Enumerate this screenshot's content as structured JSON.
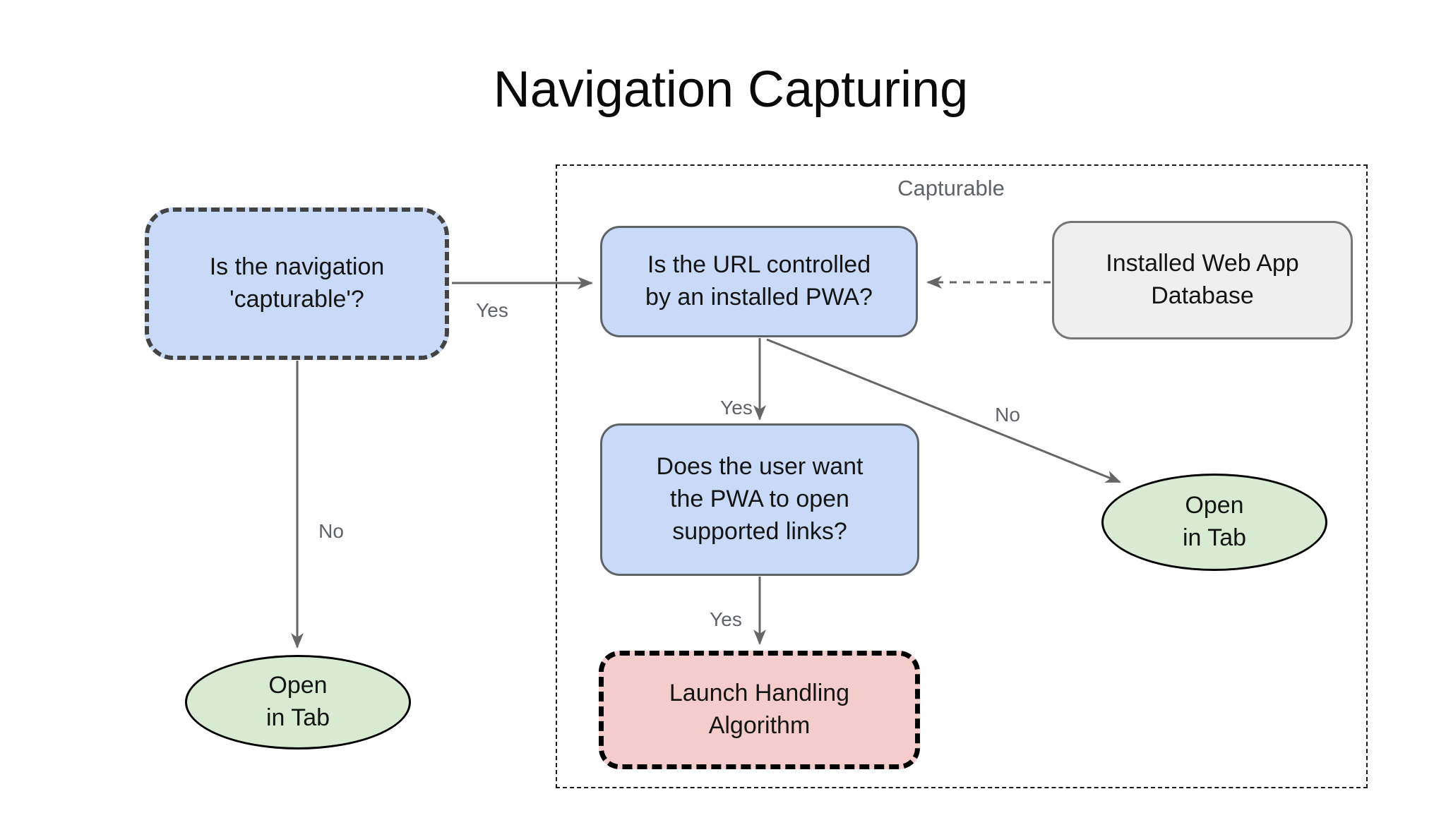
{
  "title": "Navigation Capturing",
  "diagram": {
    "container_label": "Capturable",
    "nodes": {
      "capturable_question": {
        "text": "Is the navigation\n'capturable'?",
        "fill": "#c9daf8",
        "border_style": "dashed"
      },
      "url_question": {
        "text": "Is the URL controlled\nby an installed PWA?",
        "fill": "#c9daf8",
        "border_style": "solid"
      },
      "installed_db": {
        "text": "Installed Web App\nDatabase",
        "fill": "#efefef",
        "border_style": "solid"
      },
      "user_question": {
        "text": "Does the user want\nthe PWA to open\nsupported links?",
        "fill": "#c9daf8",
        "border_style": "solid"
      },
      "launch_handling": {
        "text": "Launch Handling\nAlgorithm",
        "fill": "#f4cccc",
        "border_style": "dashed"
      },
      "open_in_tab_left": {
        "text": "Open\nin Tab",
        "fill": "#d9ead3",
        "shape": "ellipse"
      },
      "open_in_tab_right": {
        "text": "Open\nin Tab",
        "fill": "#d9ead3",
        "shape": "ellipse"
      }
    },
    "edges": {
      "capturable_yes": "Yes",
      "capturable_no": "No",
      "url_yes": "Yes",
      "url_no": "No",
      "user_yes": "Yes"
    },
    "colors": {
      "arrow": "#666666",
      "edge_label": "#5f6368",
      "container_border": "#1a1a1a",
      "node_blue": "#c9daf8",
      "node_green": "#d9ead3",
      "node_pink": "#f4cccc",
      "node_gray": "#efefef"
    }
  }
}
